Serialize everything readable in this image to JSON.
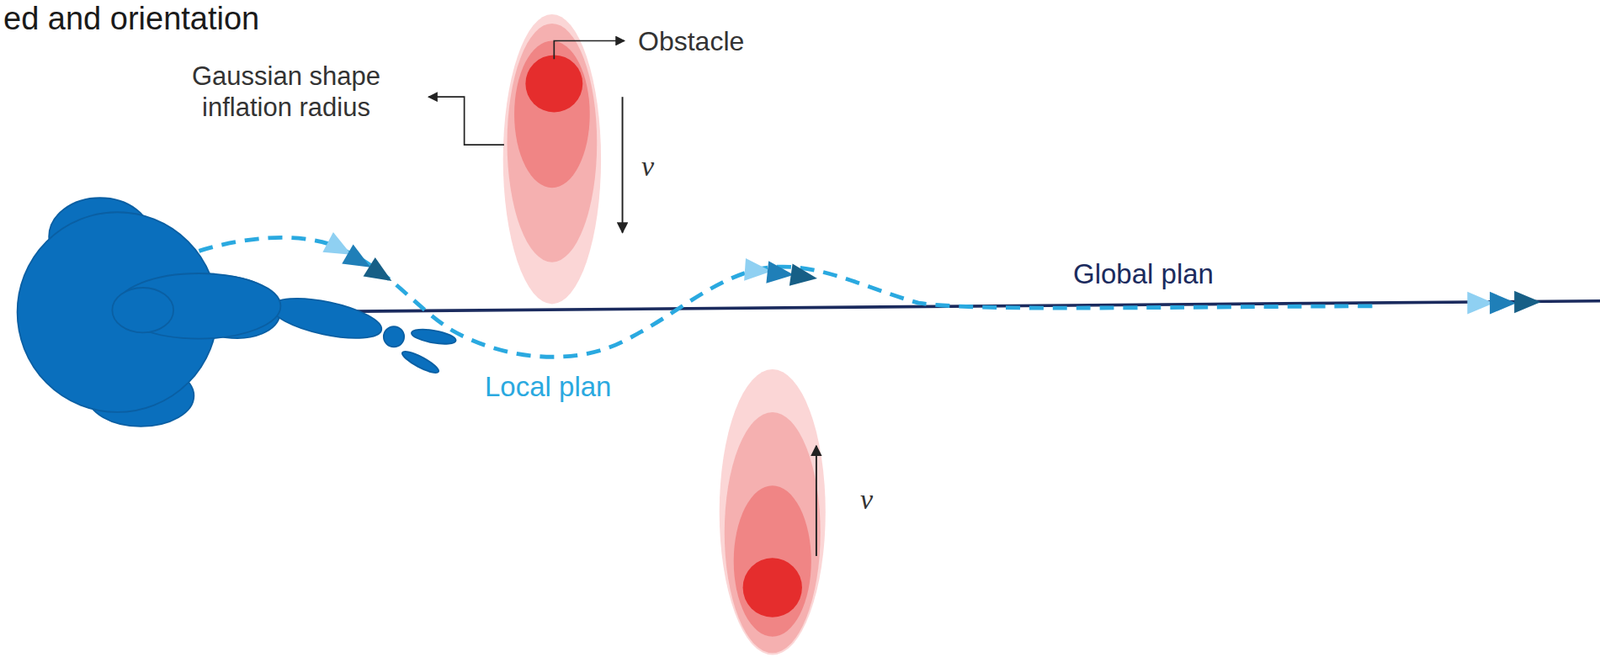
{
  "diagram": {
    "labels": [
      "ed and orientation",
      "Obstacle",
      "Gaussian shape inflation radius",
      "v",
      "v",
      "Global plan",
      "Local plan"
    ]
  }
}
